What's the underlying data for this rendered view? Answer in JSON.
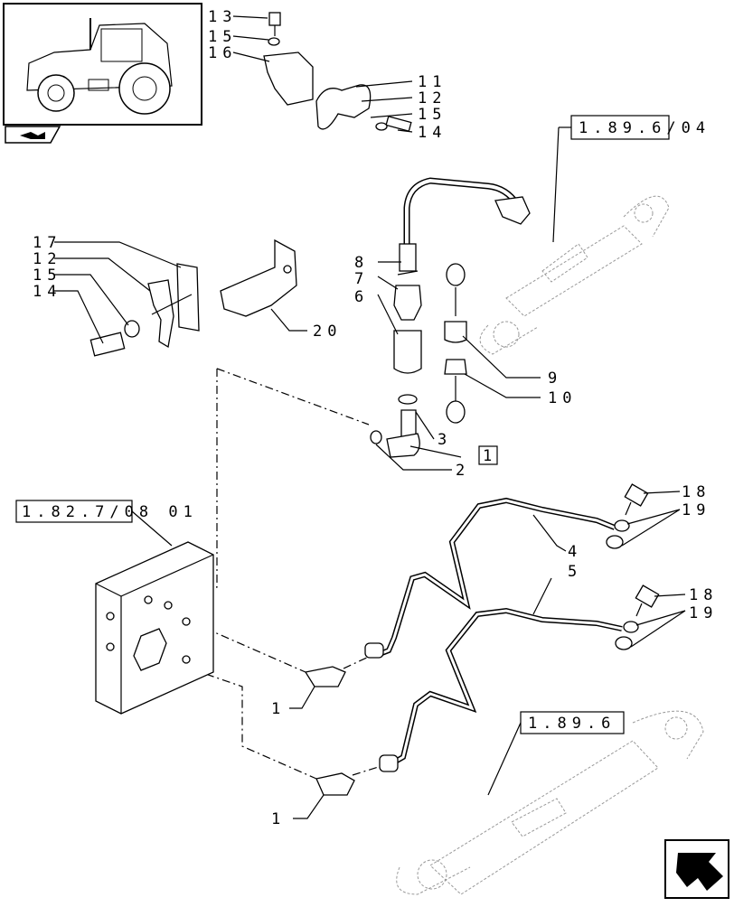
{
  "callouts": {
    "c1a": "1",
    "c1b": "1",
    "c1box": "1",
    "c2": "2",
    "c3": "3",
    "c4": "4",
    "c5": "5",
    "c6": "6",
    "c7": "7",
    "c8": "8",
    "c9": "9",
    "c10": "10",
    "c11": "11",
    "c12": "12",
    "c12b": "12",
    "c13": "13",
    "c14": "14",
    "c14b": "14",
    "c15": "15",
    "c15b": "15",
    "c16": "16",
    "c17": "17",
    "c18a": "18",
    "c18b": "18",
    "c19a": "19",
    "c19b": "19",
    "c20": "20"
  },
  "references": {
    "ref_top_right": "1.89.6/04",
    "ref_valve_block": "1.82.7/08 01",
    "ref_lower_cylinder": "1.89.6"
  }
}
